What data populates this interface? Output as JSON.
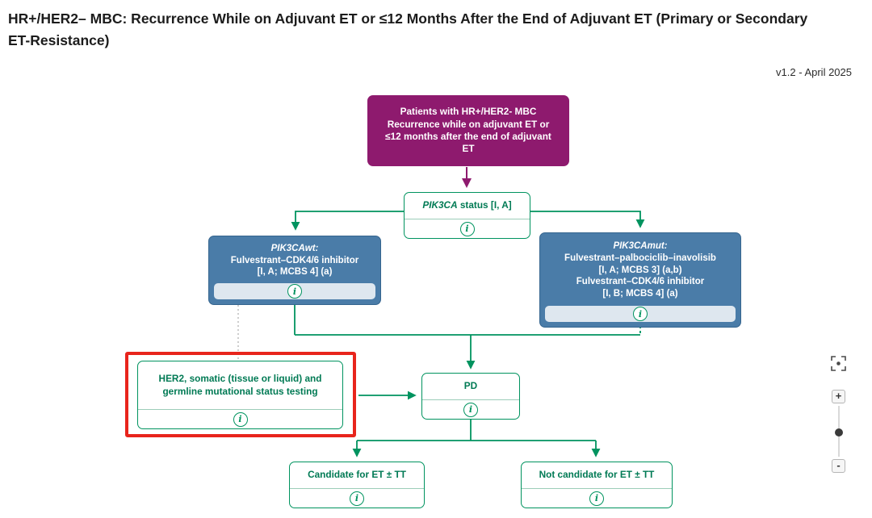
{
  "header": {
    "title": "HR+/HER2– MBC: Recurrence While on Adjuvant ET or ≤12 Months After the End of Adjuvant ET (Primary or Secondary ET-Resistance)",
    "version": "v1.2 - April 2025"
  },
  "colors": {
    "purple": "#8E1A6E",
    "blue": "#4A7CA8",
    "green": "#00935F",
    "dark_green_text": "#007A54",
    "red_highlight": "#E8241C"
  },
  "flowchart": {
    "root": {
      "lines": [
        "Patients with HR+/HER2- MBC",
        "Recurrence while on adjuvant ET or",
        "≤12 months after the end of adjuvant",
        "ET"
      ]
    },
    "pik3ca_status": {
      "italic": "PIK3CA",
      "rest": " status [I, A]"
    },
    "wt": {
      "gene": "PIK3CA",
      "suffix": "wt:",
      "line2": "Fulvestrant–CDK4/6 inhibitor",
      "line3": "[I, A; MCBS 4] (a)"
    },
    "mut": {
      "gene": "PIK3CA",
      "suffix": "mut:",
      "line2": "Fulvestrant–palbociclib–inavolisib",
      "line3": "[I, A; MCBS 3] (a,b)",
      "line4": "Fulvestrant–CDK4/6 inhibitor",
      "line5": "[I, B; MCBS 4] (a)"
    },
    "her2_testing": {
      "line1": "HER2, somatic (tissue or liquid) and",
      "line2": "germline mutational status testing"
    },
    "pd": {
      "label": "PD"
    },
    "candidate": {
      "label": "Candidate for ET ± TT"
    },
    "not_candidate": {
      "label": "Not candidate for ET ± TT"
    },
    "info_icon": "i"
  },
  "zoom_controls": {
    "zoom_in": "+",
    "zoom_out": "-"
  }
}
